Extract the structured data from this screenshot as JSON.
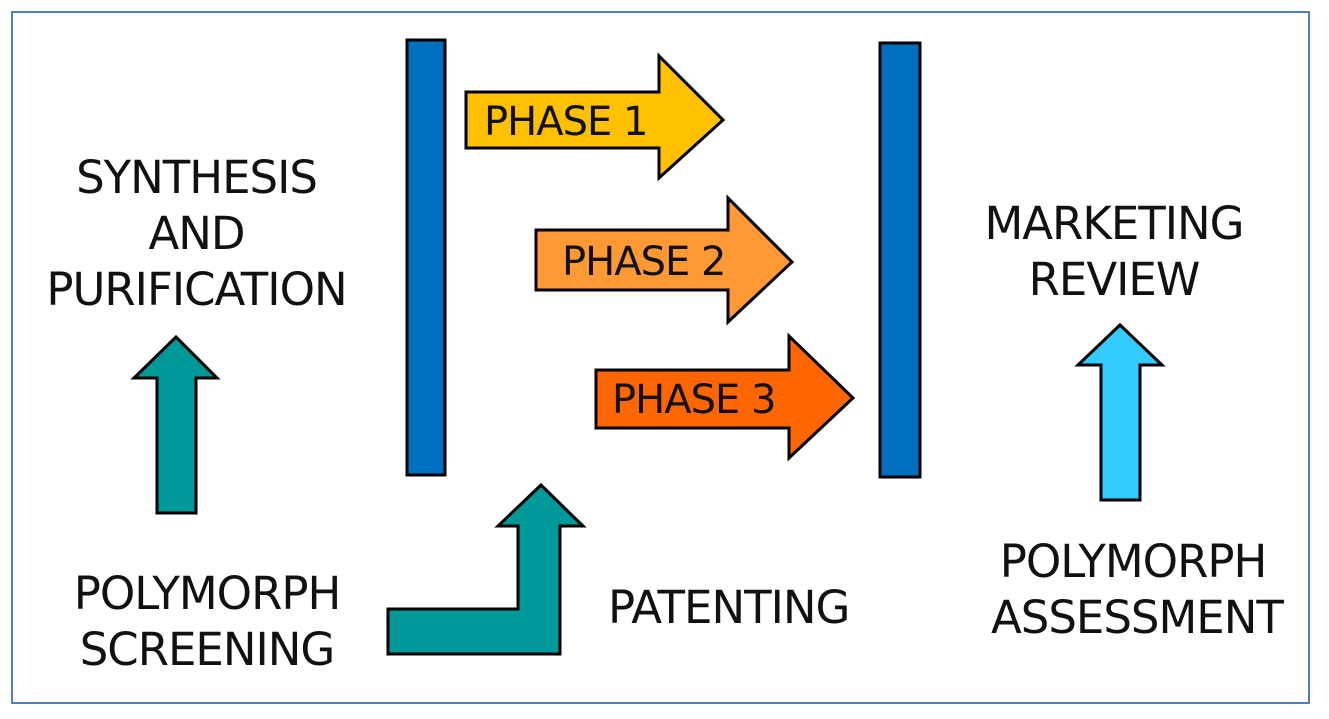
{
  "labels": {
    "synthesis": [
      "SYNTHESIS",
      "AND",
      "PURIFICATION"
    ],
    "polymorph_screening": [
      "POLYMORPH",
      "SCREENING"
    ],
    "patenting": "PATENTING",
    "marketing_review": [
      "MARKETING",
      "REVIEW"
    ],
    "polymorph_assessment": [
      "POLYMORPH",
      "ASSESSMENT"
    ]
  },
  "phases": [
    {
      "label": "PHASE 1",
      "color": "#ffc000"
    },
    {
      "label": "PHASE 2",
      "color": "#ff9933"
    },
    {
      "label": "PHASE 3",
      "color": "#ff6600"
    }
  ],
  "colors": {
    "bar": "#0070c0",
    "teal_arrow": "#009999",
    "light_blue_arrow": "#33ccff",
    "frame_border": "#4f7fbf"
  }
}
